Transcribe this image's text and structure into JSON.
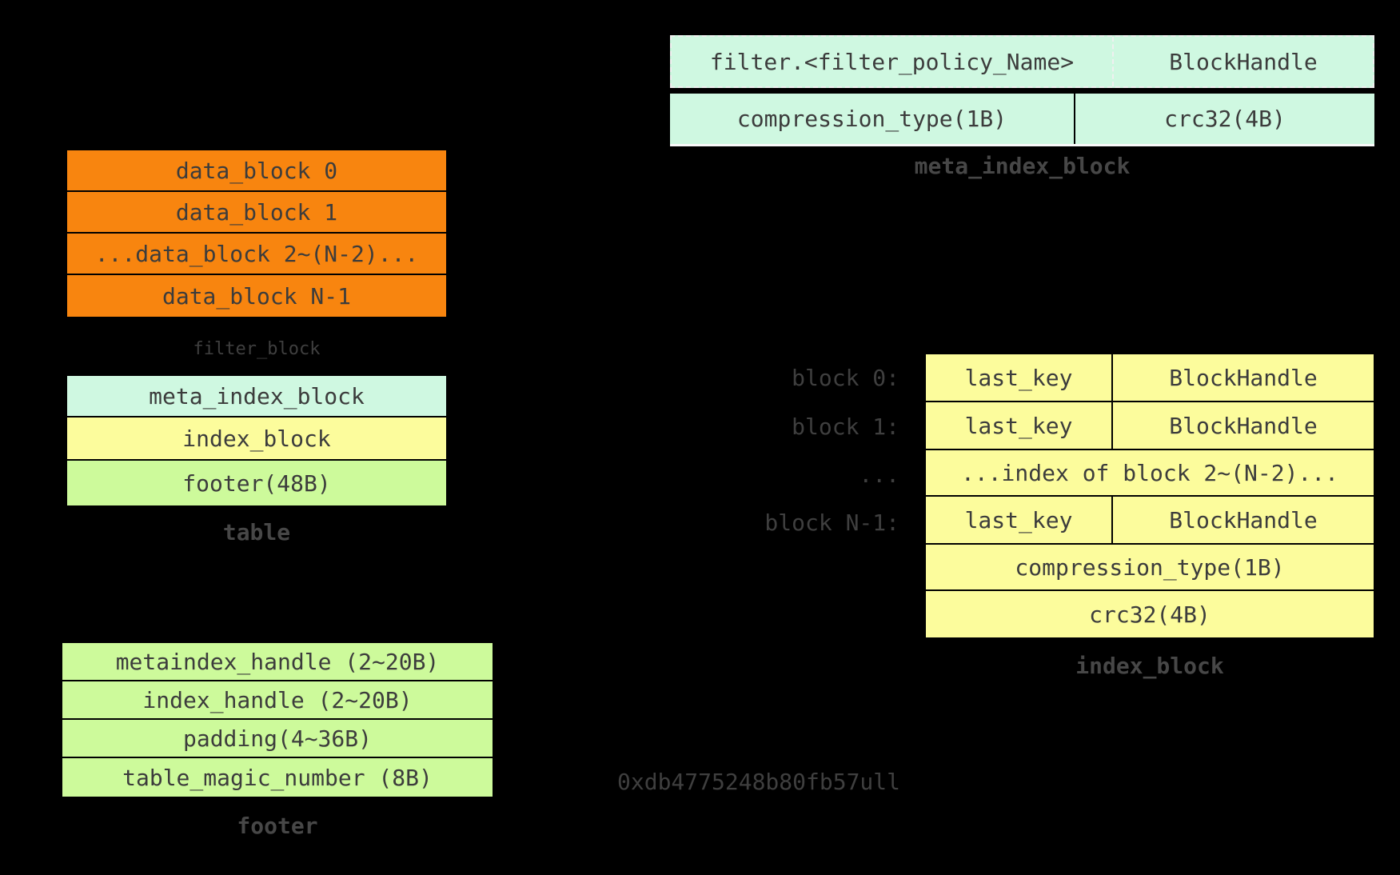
{
  "colors": {
    "background": "#000000",
    "data_block_orange": "#F8850F",
    "meta_index_mint": "#CFF8E1",
    "index_yellow": "#FCFC9C",
    "footer_green": "#CDFA9B",
    "cell_text_gray": "#3C3C3C",
    "dim_label_gray": "#3F3F3F",
    "dashed_border_white": "#F0F0F0",
    "row_separator_black": "#000000"
  },
  "meta_index_block": {
    "filter_cell": "filter.<filter_policy_Name>",
    "blockhandle_cell": "BlockHandle",
    "compression_cell": "compression_type(1B)",
    "crc_cell": "crc32(4B)",
    "caption": "meta_index_block"
  },
  "table": {
    "data_blocks": [
      "data_block 0",
      "data_block 1",
      "...data_block 2~(N-2)...",
      "data_block N-1"
    ],
    "filter_block_label": "filter_block",
    "meta_index_row": "meta_index_block",
    "index_row": "index_block",
    "footer_row": "footer(48B)",
    "caption": "table"
  },
  "index_block": {
    "row_labels": [
      "block 0:",
      "block 1:",
      "...",
      "block N-1:"
    ],
    "entry_row_0": {
      "key": "last_key",
      "handle": "BlockHandle"
    },
    "entry_row_1": {
      "key": "last_key",
      "handle": "BlockHandle"
    },
    "ellipsis_row": "...index of block 2~(N-2)...",
    "entry_row_n1": {
      "key": "last_key",
      "handle": "BlockHandle"
    },
    "compression_row": "compression_type(1B)",
    "crc_row": "crc32(4B)",
    "caption": "index_block"
  },
  "footer": {
    "rows": [
      "metaindex_handle (2~20B)",
      "index_handle (2~20B)",
      "padding(4~36B)",
      "table_magic_number (8B)"
    ],
    "caption": "footer",
    "magic_number": "0xdb4775248b80fb57ull"
  }
}
